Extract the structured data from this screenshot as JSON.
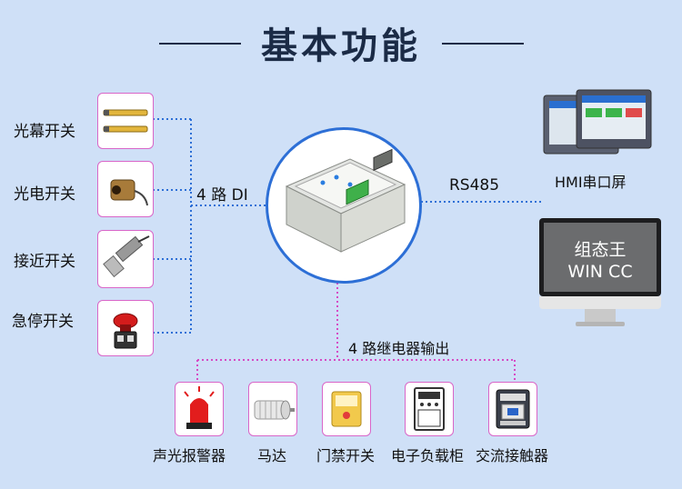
{
  "title": "基本功能",
  "inputs": [
    {
      "label": "光幕开关",
      "icon": "light-curtain-icon"
    },
    {
      "label": "光电开关",
      "icon": "photoelectric-sensor-icon"
    },
    {
      "label": "接近开关",
      "icon": "proximity-sensor-icon"
    },
    {
      "label": "急停开关",
      "icon": "emergency-stop-icon"
    }
  ],
  "di_label": "4 路 DI",
  "rs485_label": "RS485",
  "hmi_label": "HMI串口屏",
  "monitor": {
    "line1": "组态王",
    "line2": "WIN CC"
  },
  "relay_label": "4 路继电器输出",
  "outputs": [
    {
      "label": "声光报警器",
      "icon": "alarm-light-icon"
    },
    {
      "label": "马达",
      "icon": "motor-icon"
    },
    {
      "label": "门禁开关",
      "icon": "access-switch-icon"
    },
    {
      "label": "电子负载柜",
      "icon": "load-cabinet-icon"
    },
    {
      "label": "交流接触器",
      "icon": "contactor-icon"
    }
  ],
  "colors": {
    "background": "#cfe0f7",
    "title": "#1b2b46",
    "blue_dotted": "#2d6fd6",
    "pink_dotted": "#d64bc4",
    "box_border": "#d966c8"
  }
}
